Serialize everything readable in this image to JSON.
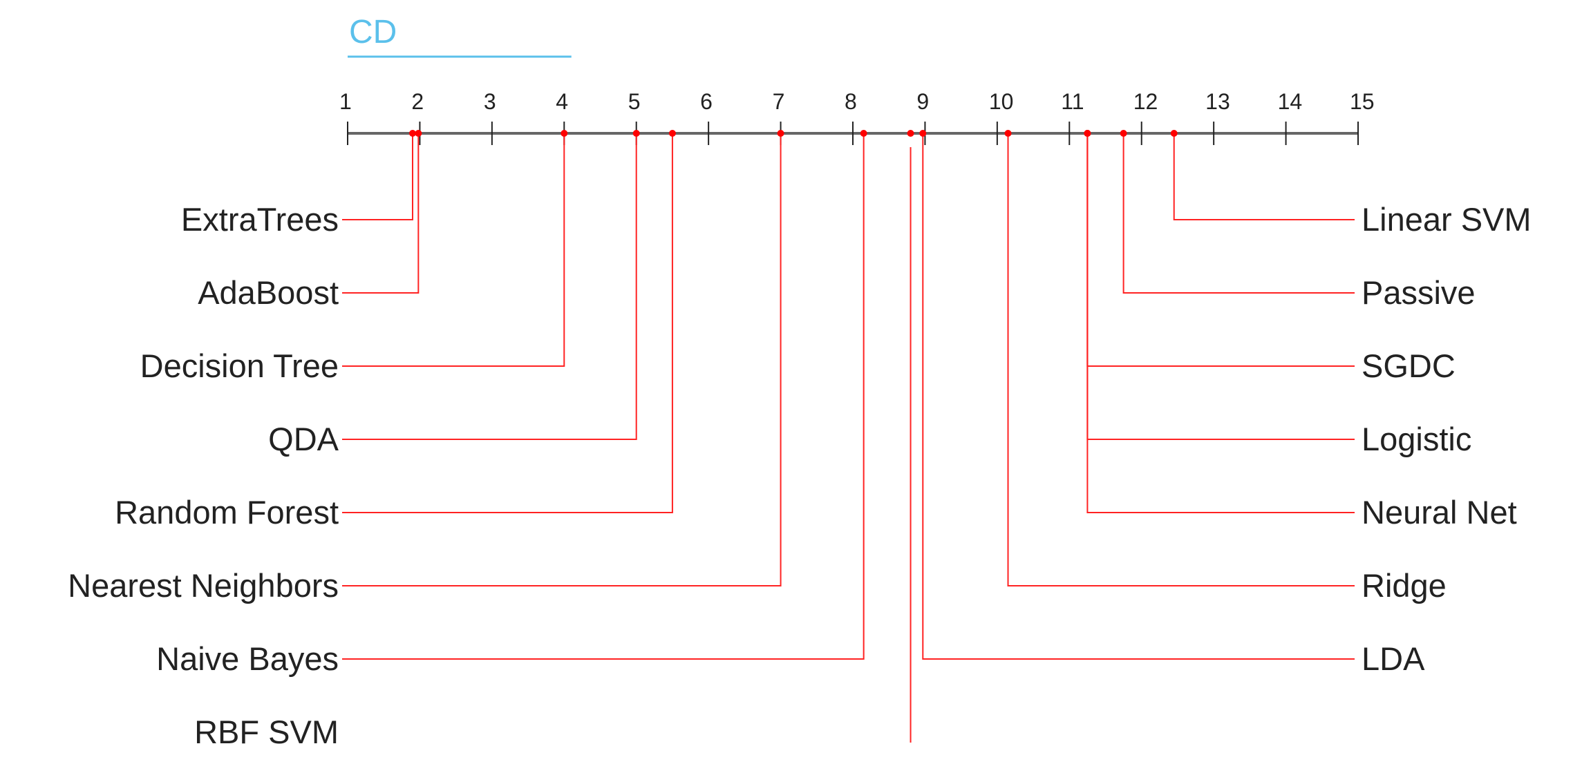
{
  "colors": {
    "axis": "#666666",
    "rank_marker": "#ff0000",
    "connector": "#ff2222",
    "cd_bar": "#5bc0eb",
    "text": "#222222"
  },
  "chart_data": {
    "type": "critical-difference",
    "axis": {
      "min": 1,
      "max": 15,
      "tick_labels": [
        "1",
        "2",
        "3",
        "4",
        "5",
        "6",
        "7",
        "8",
        "9",
        "10",
        "11",
        "12",
        "13",
        "14",
        "15"
      ]
    },
    "cd": {
      "label": "CD",
      "start": 1,
      "end": 4.1
    },
    "left_methods": [
      {
        "name": "ExtraTrees",
        "rank": 1.9
      },
      {
        "name": "AdaBoost",
        "rank": 1.98
      },
      {
        "name": "Decision Tree",
        "rank": 4.0
      },
      {
        "name": "QDA",
        "rank": 5.0
      },
      {
        "name": "Random Forest",
        "rank": 5.5
      },
      {
        "name": "Nearest Neighbors",
        "rank": 7.0
      },
      {
        "name": "Naive Bayes",
        "rank": 8.15
      },
      {
        "name": "RBF SVM",
        "rank": 8.8
      }
    ],
    "right_methods": [
      {
        "name": "Linear SVM",
        "rank": 12.45
      },
      {
        "name": "Passive",
        "rank": 11.75
      },
      {
        "name": "SGDC",
        "rank": 11.25
      },
      {
        "name": "Logistic",
        "rank": 11.25
      },
      {
        "name": "Neural Net",
        "rank": 11.25
      },
      {
        "name": "Ridge",
        "rank": 10.15
      },
      {
        "name": "LDA",
        "rank": 8.97
      }
    ]
  }
}
